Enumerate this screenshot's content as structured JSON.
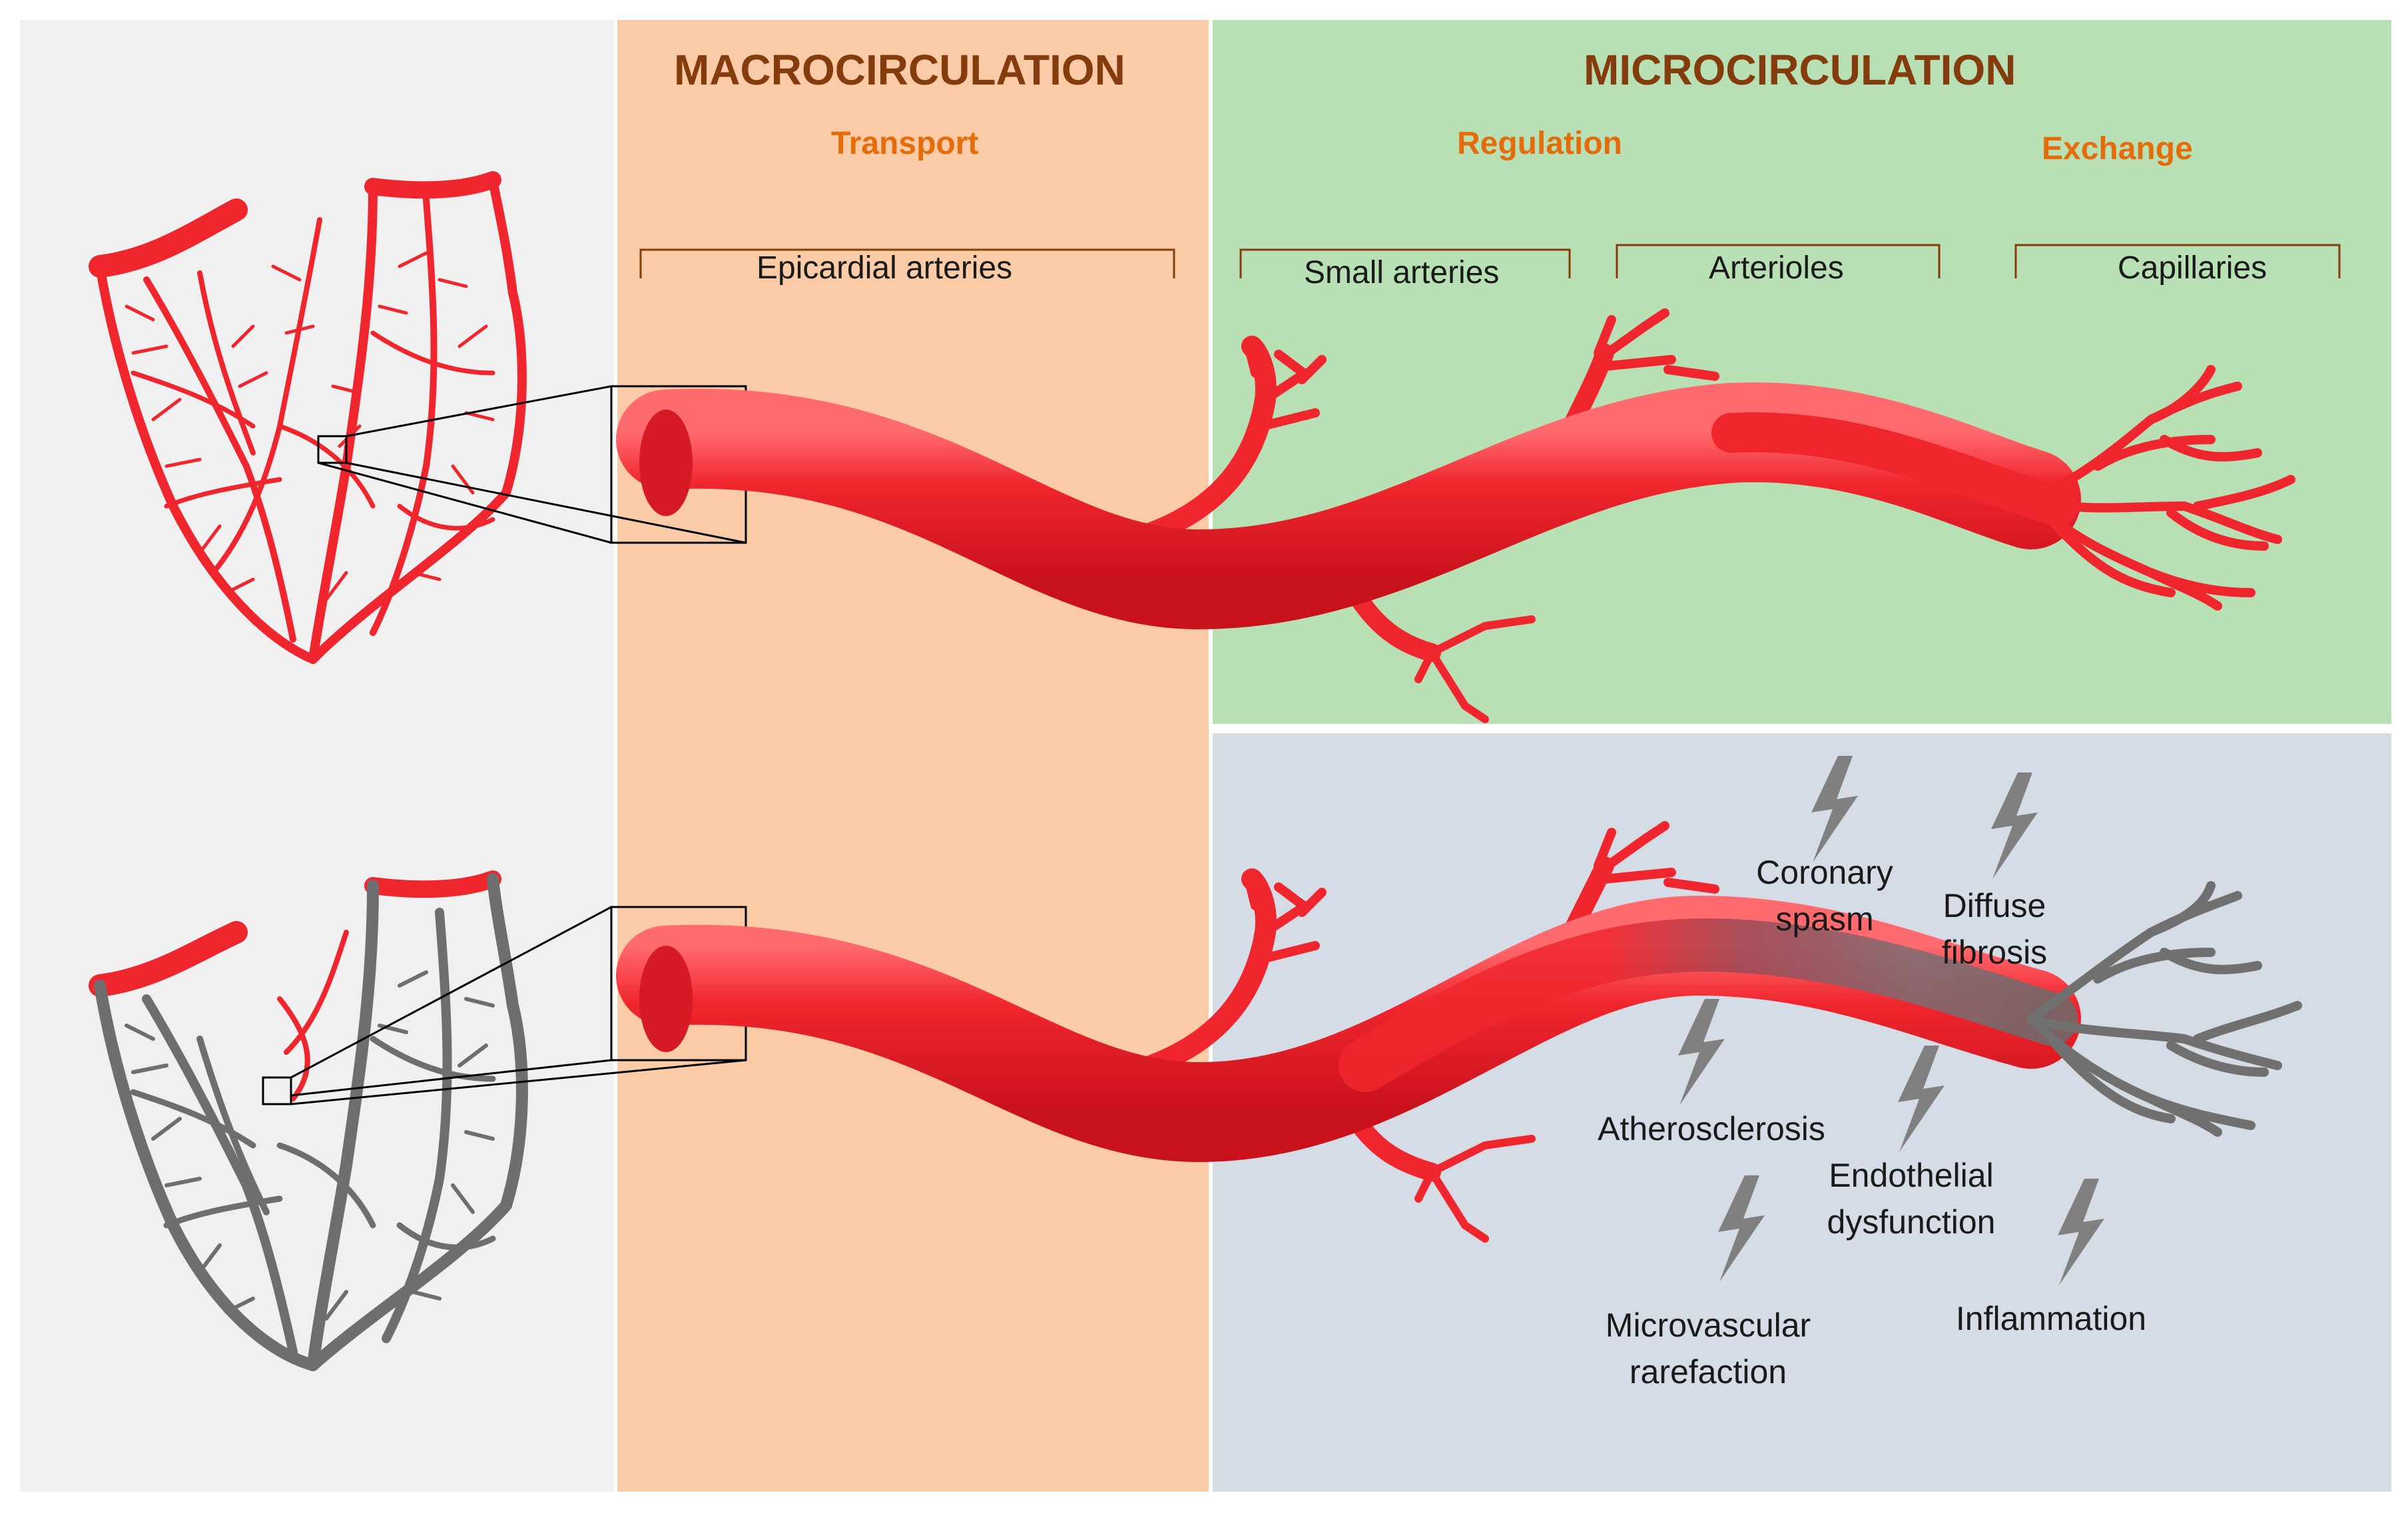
{
  "header": {
    "macro_title": "MACROCIRCULATION",
    "micro_title": "MICROCIRCULATION",
    "transport": "Transport",
    "regulation": "Regulation",
    "exchange": "Exchange"
  },
  "segments": {
    "epicardial": "Epicardial arteries",
    "small_arteries": "Small arteries",
    "arterioles": "Arterioles",
    "capillaries": "Capillaries"
  },
  "mechanisms": {
    "coronary_spasm": [
      "Coronary",
      "spasm"
    ],
    "diffuse_fibrosis": [
      "Diffuse",
      "fibrosis"
    ],
    "atherosclerosis": "Atherosclerosis",
    "endothelial_dysfunction": [
      "Endothelial",
      "dysfunction"
    ],
    "microvascular_rarefaction": [
      "Microvascular",
      "rarefaction"
    ],
    "inflammation": "Inflammation"
  },
  "colors": {
    "vessel": "#f0262e",
    "vessel_dark": "#c8111b",
    "diseased": "#7a7a7a",
    "bolt": "#808080",
    "macro_bg": "#fbcba7",
    "micro_bg": "#b9e0b4",
    "disease_bg": "#d6dce5",
    "title": "#843c0c",
    "subtitle": "#e46c0a"
  },
  "icons": [
    "heart-vessels-healthy",
    "heart-vessels-diseased",
    "lightning-bolt-icon",
    "bracket"
  ]
}
